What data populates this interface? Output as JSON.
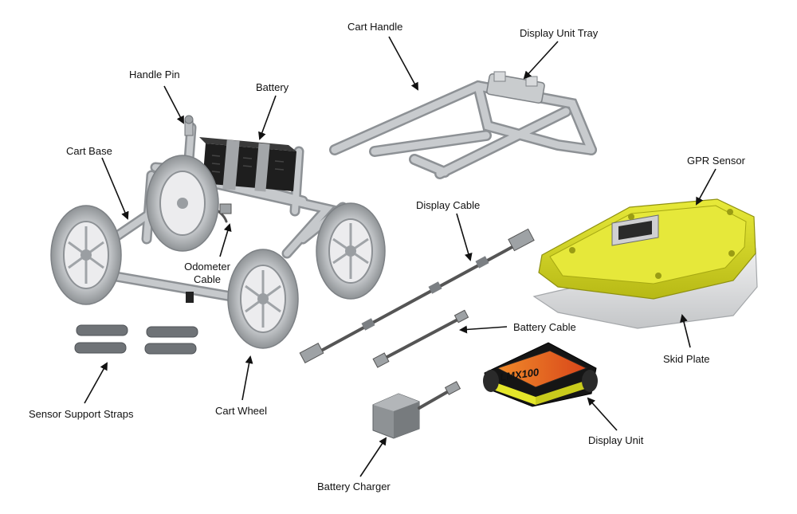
{
  "labels": {
    "cart_handle": "Cart Handle",
    "display_unit_tray": "Display Unit Tray",
    "handle_pin": "Handle Pin",
    "battery": "Battery",
    "cart_base": "Cart Base",
    "gpr_sensor": "GPR Sensor",
    "display_cable": "Display Cable",
    "odometer_cable_line1": "Odometer",
    "odometer_cable_line2": "Cable",
    "battery_cable": "Battery Cable",
    "skid_plate": "Skid Plate",
    "sensor_support_straps": "Sensor Support Straps",
    "cart_wheel": "Cart Wheel",
    "display_unit": "Display Unit",
    "battery_charger": "Battery Charger"
  },
  "product_text": {
    "display_model": "LMX100"
  },
  "colors": {
    "metal": "#b9bcbf",
    "metal_dark": "#8d9195",
    "sensor_yellow": "#dde024",
    "sensor_yellow_dark": "#b8ba16",
    "skid_plate": "#d8d9db",
    "battery_black": "#1e1e1e",
    "display_screen": "#e05a1e",
    "arrow": "#111111"
  }
}
